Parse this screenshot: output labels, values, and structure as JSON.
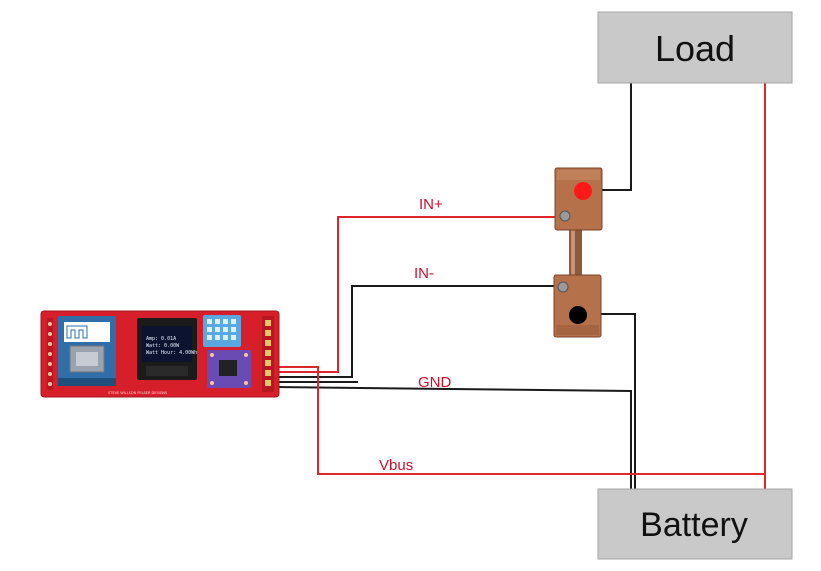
{
  "boxes": {
    "load": "Load",
    "battery": "Battery"
  },
  "wires": {
    "in_plus": "IN+",
    "in_minus": "IN-",
    "gnd": "GND",
    "vbus": "Vbus"
  },
  "oled": {
    "line1": "Amp: 0.01A",
    "line2": "Watt: 0.00W",
    "line3": "Watt Hour: 4.00Wh"
  },
  "board": {
    "silkscreen": "STEVE WILLSON FELSER DESIGNS"
  },
  "colors": {
    "wire_red": "#e0262b",
    "wire_black": "#1a1a1a",
    "box_fill": "#c9c9c9",
    "box_stroke": "#a6a6a6",
    "label_red": "#c8102e",
    "board_red": "#d71f2b",
    "shunt_copper": "#b5714a"
  }
}
